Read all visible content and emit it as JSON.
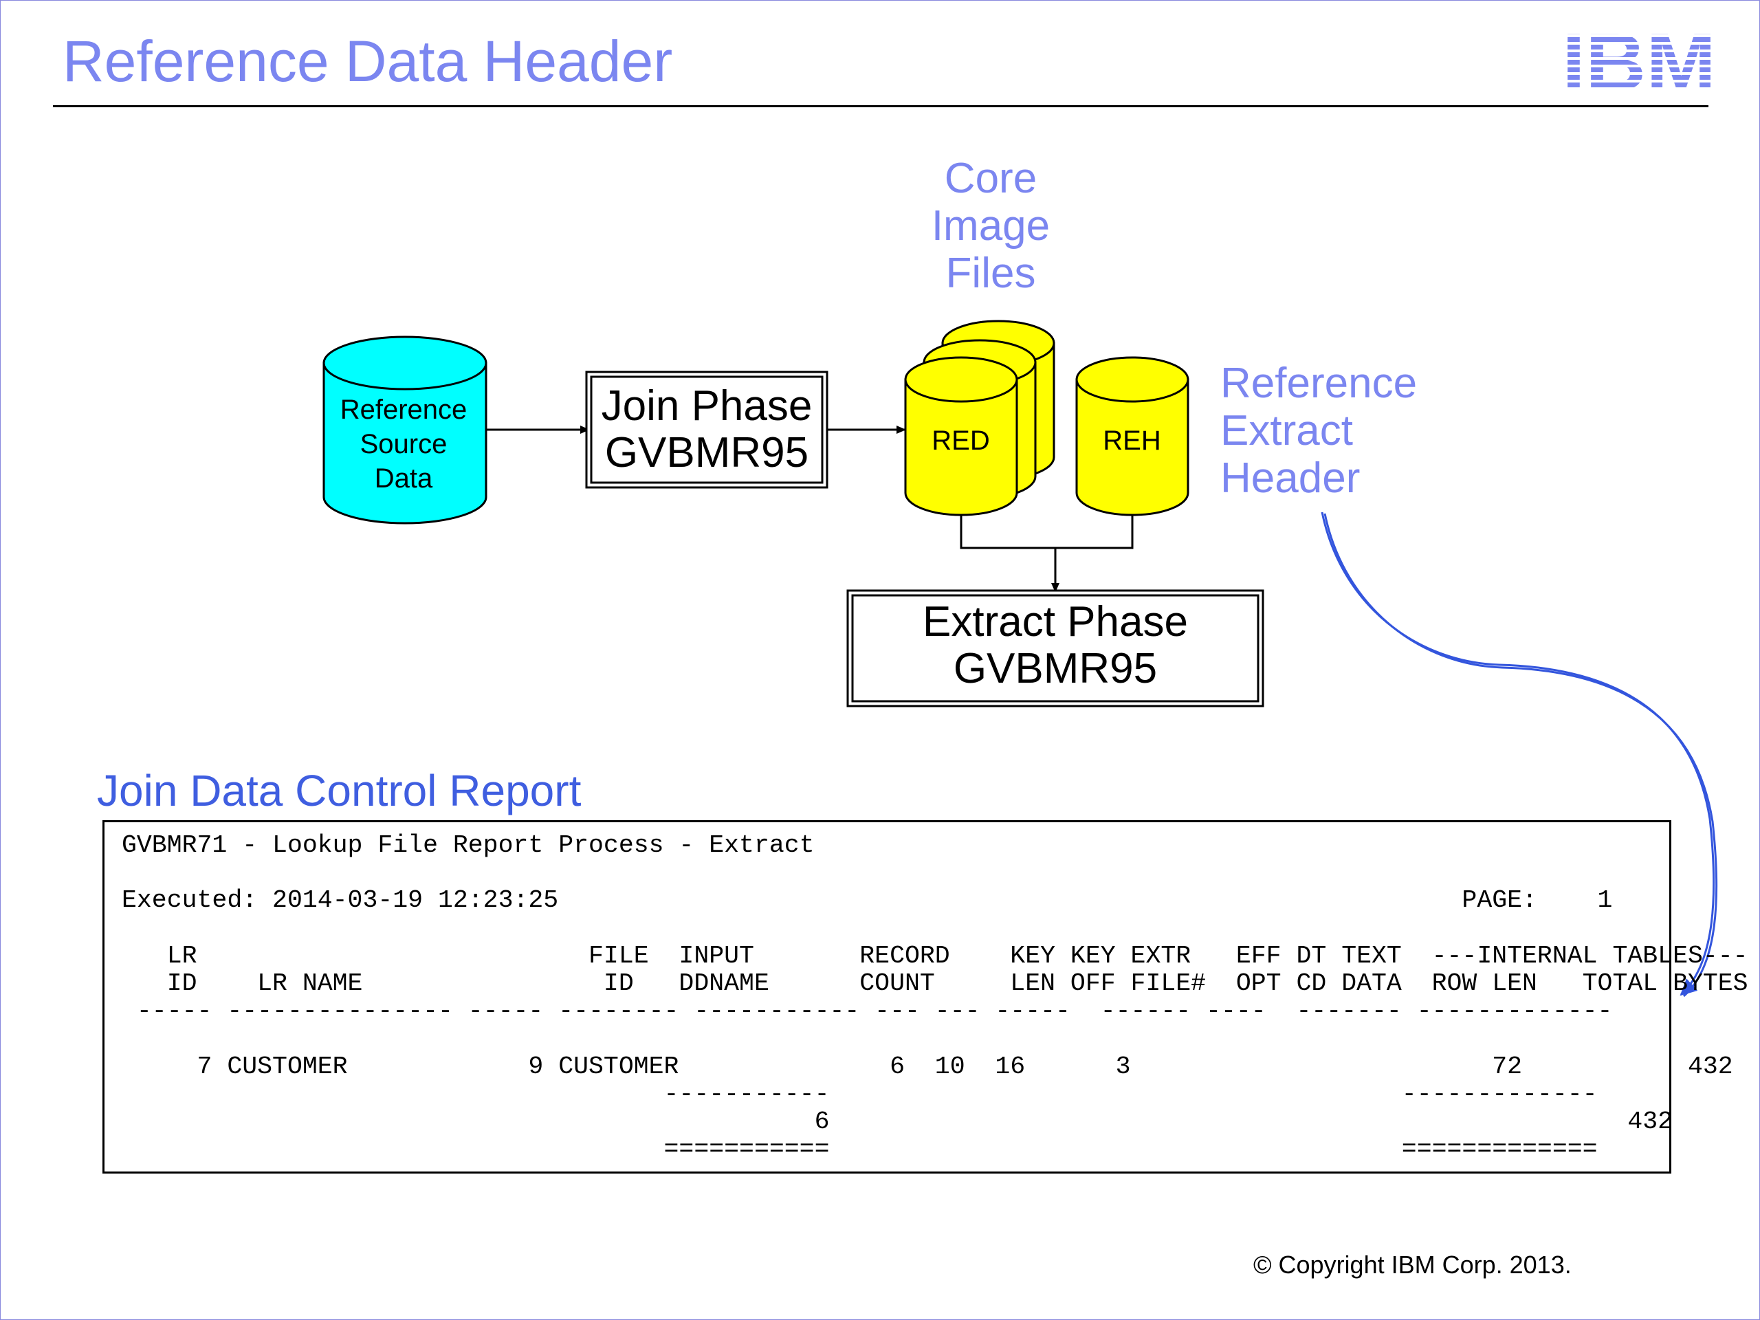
{
  "title": "Reference Data Header",
  "logo_text": "IBM",
  "diagram": {
    "source_cylinder": [
      "Reference",
      "Source",
      "Data"
    ],
    "join_phase": [
      "Join Phase",
      "GVBMR95"
    ],
    "core_image_files": [
      "Core",
      "Image",
      "Files"
    ],
    "red_label": "RED",
    "reh_label": "REH",
    "reference_extract_header": [
      "Reference",
      "Extract",
      "Header"
    ],
    "extract_phase": [
      "Extract Phase",
      "GVBMR95"
    ]
  },
  "report": {
    "title": "Join Data Control Report",
    "text": "GVBMR71 - Lookup File Report Process - Extract\n\nExecuted: 2014-03-19 12:23:25                                                            PAGE:    1\n\n   LR                          FILE  INPUT       RECORD    KEY KEY EXTR   EFF DT TEXT  ---INTERNAL TABLES---\n   ID    LR NAME                ID   DDNAME      COUNT     LEN OFF FILE#  OPT CD DATA  ROW LEN   TOTAL BYTES\n ----- --------------- ----- -------- ----------- --- --- -----  ------ ----  ------- -------------\n\n     7 CUSTOMER            9 CUSTOMER              6  10  16      3                        72           432\n                                    -----------                                      -------------\n                                              6                                                     432\n                                    ===========                                      ============="
  },
  "copyright": "© Copyright IBM Corp. 2013.",
  "colors": {
    "title_blue": "#7b86f0",
    "report_title_blue": "#3f5ee0",
    "cyan_cylinder": "#00ffff",
    "yellow_cylinder": "#ffff00",
    "ibm_logo": "#7b86f0",
    "curve_arrow": "#3355dd"
  }
}
